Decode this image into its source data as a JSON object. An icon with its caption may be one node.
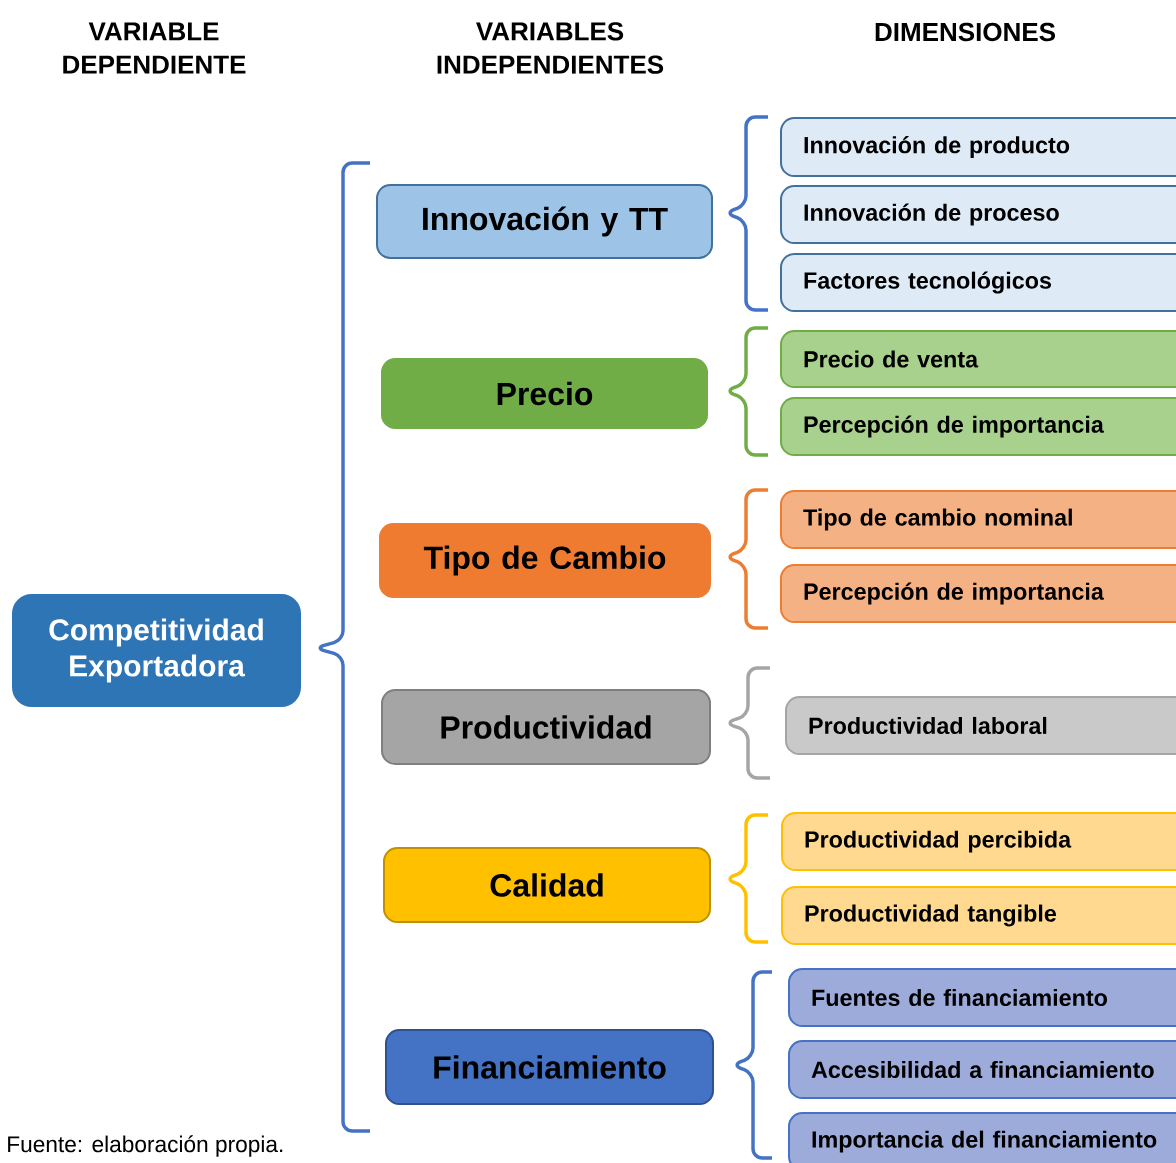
{
  "diagram": {
    "caption": "Fuente: elaboración propia.",
    "nodes": [
      {
        "text": [
          "Competitividad Exportadora"
        ]
      },
      {
        "text": [
          "Innovación y TT"
        ]
      },
      {
        "text": [
          "Precio"
        ]
      },
      {
        "text": [
          "Tipo de Cambio"
        ]
      },
      {
        "text": [
          "Productividad"
        ]
      },
      {
        "text": [
          "Calidad"
        ]
      },
      {
        "text": [
          "Financiamiento"
        ]
      },
      {
        "text": [
          "Innovación de producto"
        ]
      },
      {
        "text": [
          "Innovación de proceso"
        ]
      },
      {
        "text": [
          "Factores tecnológicos"
        ]
      },
      {
        "text": [
          "Precio de venta"
        ]
      },
      {
        "text": [
          "Percepción de importancia"
        ]
      },
      {
        "text": [
          "Tipo de cambio nominal"
        ]
      },
      {
        "text": [
          "Percepción de importancia"
        ]
      },
      {
        "text": [
          "Productividad laboral"
        ]
      },
      {
        "text": [
          "Productividad percibida"
        ]
      },
      {
        "text": [
          "Productividad tangible"
        ]
      },
      {
        "text": [
          "Fuentes de financiamiento"
        ]
      },
      {
        "text": [
          "Accesibilidad a financiamiento"
        ]
      },
      {
        "text": [
          "Importancia del financiamiento"
        ]
      }
    ],
    "labels": [
      "VARIABLE DEPENDIENTE",
      "VARIABLES INDEPENDIENTES",
      "DIMENSIONES"
    ]
  }
}
